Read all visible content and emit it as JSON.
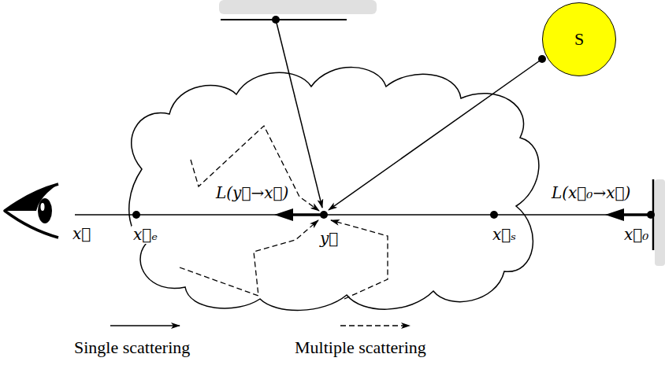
{
  "diagram": {
    "nodes": [
      {
        "text": [
          "S"
        ]
      }
    ],
    "labels": [
      "L(y⃗→x⃗)",
      "L(x⃗₀→x⃗)",
      "x⃗",
      "x⃗ₑ",
      "y⃗",
      "x⃗ₛ",
      "x⃗₀"
    ],
    "legend": [
      {
        "text": "Single scattering"
      },
      {
        "text": "Multiple scattering"
      }
    ]
  }
}
